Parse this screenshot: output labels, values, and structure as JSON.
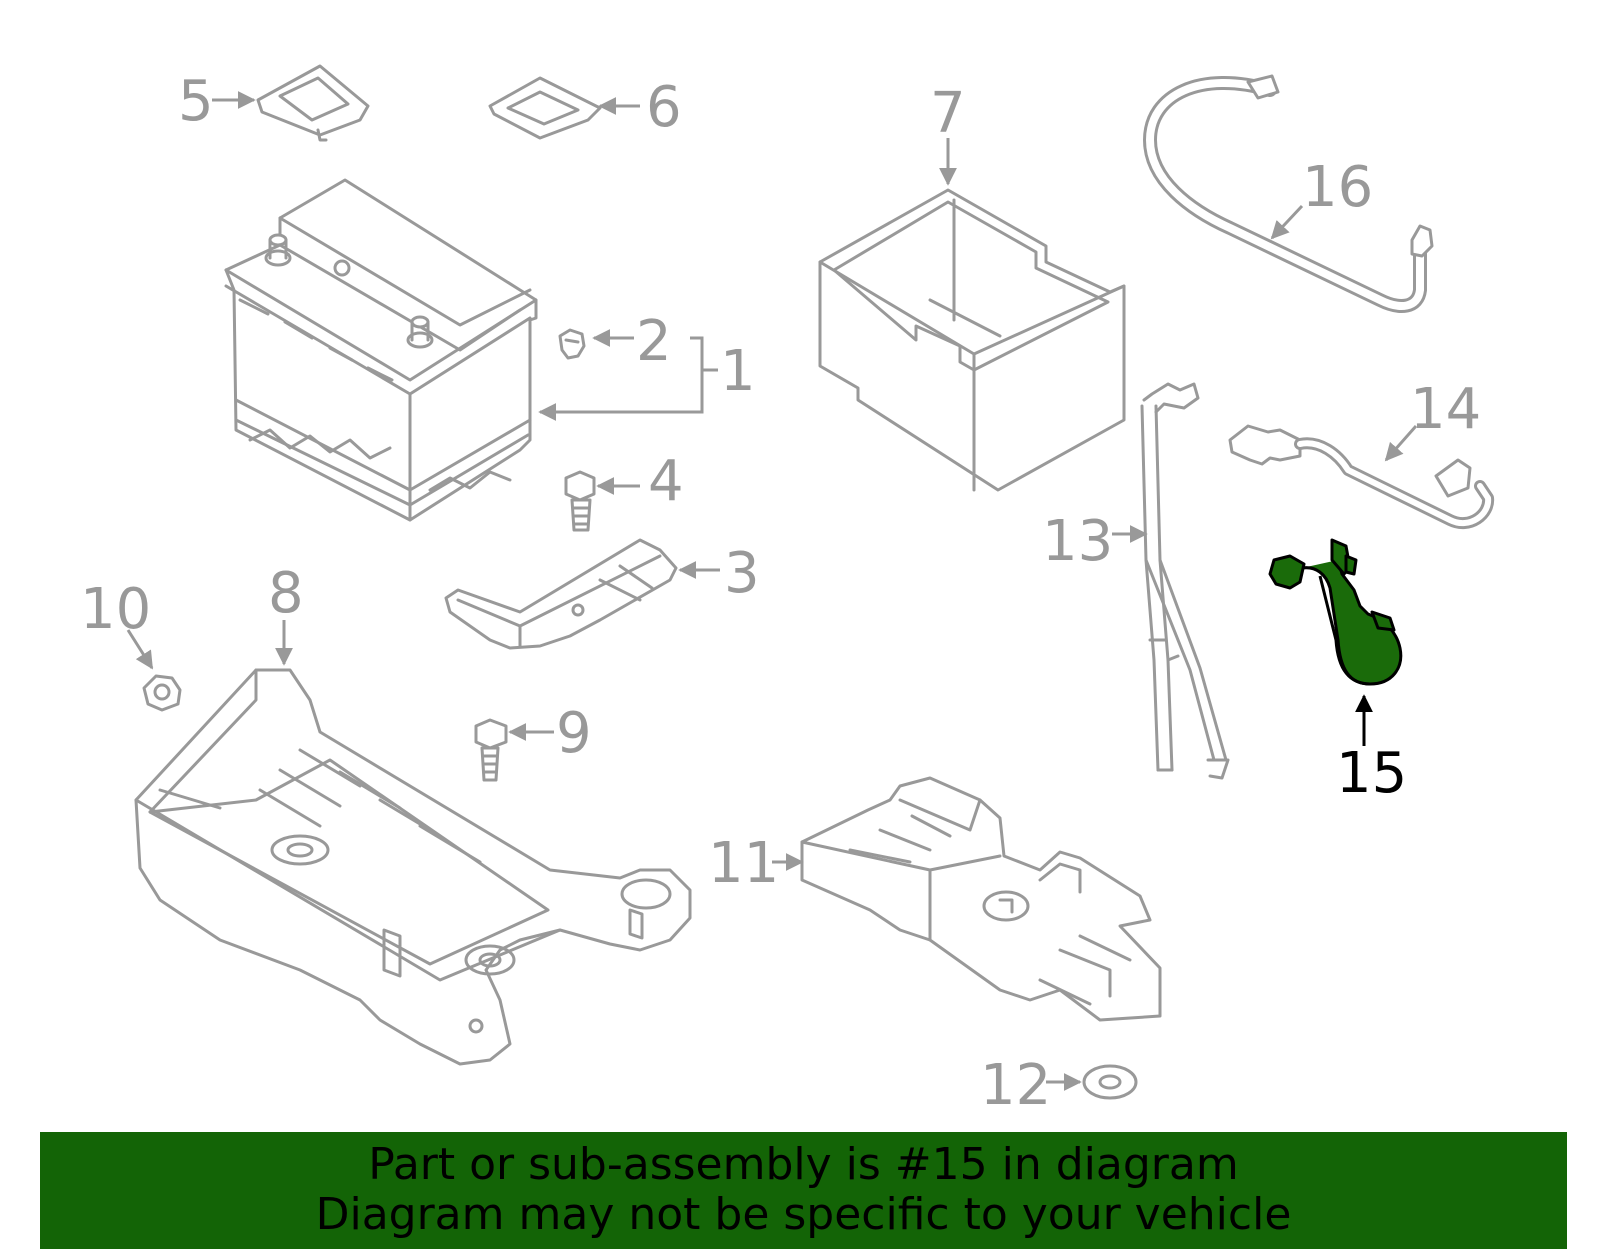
{
  "diagram": {
    "highlight_color": "#1a6b0a",
    "line_color": "#999999",
    "callouts": [
      "1",
      "2",
      "3",
      "4",
      "5",
      "6",
      "7",
      "8",
      "9",
      "10",
      "11",
      "12",
      "13",
      "14",
      "15",
      "16"
    ],
    "highlighted_part": "15"
  },
  "banner": {
    "background": "#136406",
    "line1": "Part or sub-assembly is #15 in diagram",
    "line2": "Diagram may not be specific to your vehicle"
  }
}
